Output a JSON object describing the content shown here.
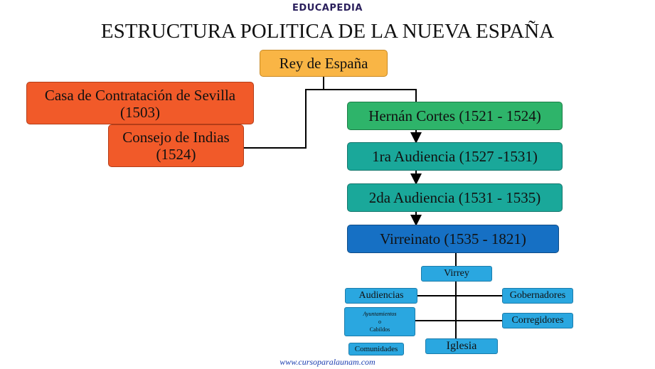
{
  "logo": "EDUCAPEDIA",
  "title": "ESTRUCTURA POLITICA DE LA NUEVA ESPAÑA",
  "nodes": {
    "rey": "Rey de  España",
    "casa_line1": "Casa de Contratación de Sevilla",
    "casa_line2": "(1503)",
    "consejo_line1": "Consejo de Indias",
    "consejo_line2": "(1524)",
    "cortes": "Hernán Cortes (1521 - 1524)",
    "audiencia1": "1ra Audiencia (1527 -1531)",
    "audiencia2": "2da Audiencia (1531 - 1535)",
    "virreinato": "Virreinato (1535 - 1821)",
    "virrey": "Virrey",
    "audiencias": "Audiencias",
    "gobernadores": "Gobernadores",
    "ayuntamientos_line1": "Ayuntamientos",
    "ayuntamientos_line2": "o",
    "ayuntamientos_line3": "Cabildos",
    "corregidores": "Corregidores",
    "comunidades": "Comunidades",
    "iglesia": "Iglesia"
  },
  "colors": {
    "orange": "#f15a29",
    "rey": "#f9b545",
    "green": "#2eb46a",
    "teal": "#1aa89a",
    "blue": "#1670c4",
    "light_blue": "#2aa7e0"
  },
  "footer_url": "www.cursoparalaunam.com"
}
